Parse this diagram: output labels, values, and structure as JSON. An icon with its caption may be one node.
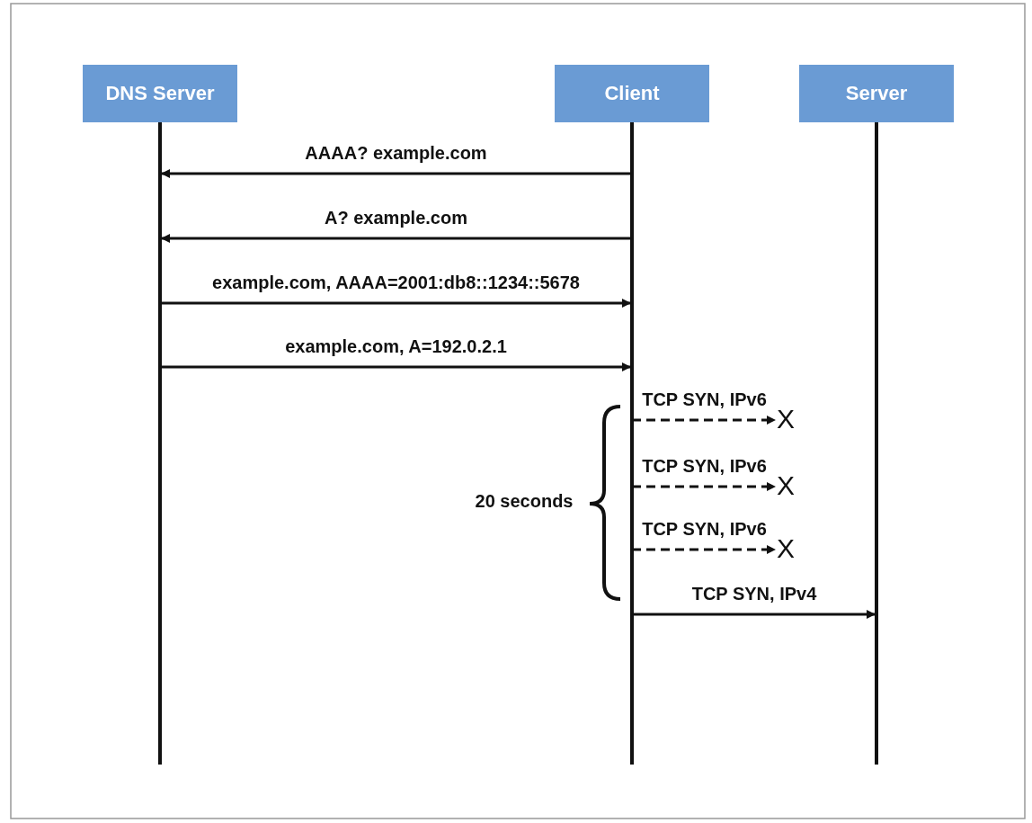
{
  "diagram": {
    "nodes": [
      {
        "text": [
          "DNS Server"
        ]
      },
      {
        "text": [
          "Client"
        ]
      },
      {
        "text": [
          "Server"
        ]
      },
      {
        "text": [
          "X"
        ]
      },
      {
        "text": [
          "X"
        ]
      },
      {
        "text": [
          "X"
        ]
      }
    ],
    "edges": [
      {
        "from": 1,
        "to": 0,
        "arrow": "to",
        "label": "AAAA? example.com"
      },
      {
        "from": 1,
        "to": 0,
        "arrow": "to",
        "label": "A? example.com"
      },
      {
        "from": 0,
        "to": 1,
        "arrow": "to",
        "label": "example.com, AAAA=2001:db8::1234::5678"
      },
      {
        "from": 0,
        "to": 1,
        "arrow": "to",
        "label": "example.com, A=192.0.2.1"
      },
      {
        "from": 1,
        "to": 3,
        "arrow": "to",
        "style": "dashed",
        "label": "TCP SYN, IPv6"
      },
      {
        "from": 1,
        "to": 4,
        "arrow": "to",
        "style": "dashed",
        "label": "TCP SYN, IPv6"
      },
      {
        "from": 1,
        "to": 5,
        "arrow": "to",
        "style": "dashed",
        "label": "TCP SYN, IPv6"
      },
      {
        "from": 1,
        "to": 2,
        "arrow": "to",
        "label": "TCP SYN, IPv4"
      }
    ],
    "labels": [
      "20 seconds"
    ]
  }
}
